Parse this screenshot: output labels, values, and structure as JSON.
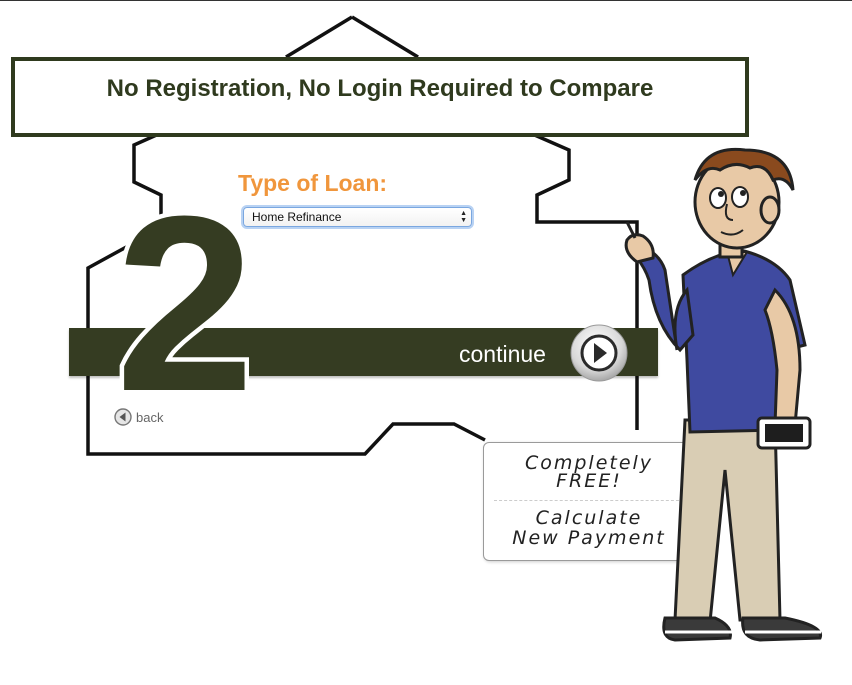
{
  "banner": {
    "text": "No Registration, No Login Required to Compare"
  },
  "form": {
    "step_number": "2",
    "loan_type_label": "Type of Loan:",
    "loan_type_selected": "Home Refinance"
  },
  "nav": {
    "continue_label": "continue",
    "back_label": "back"
  },
  "promo": {
    "line1": "Completely",
    "line2": "FREE!",
    "line3": "Calculate",
    "line4": "New Payment"
  },
  "colors": {
    "brand_dark_green": "#353c22",
    "label_orange": "#f0963c",
    "shirt_blue": "#3f4aa0"
  }
}
